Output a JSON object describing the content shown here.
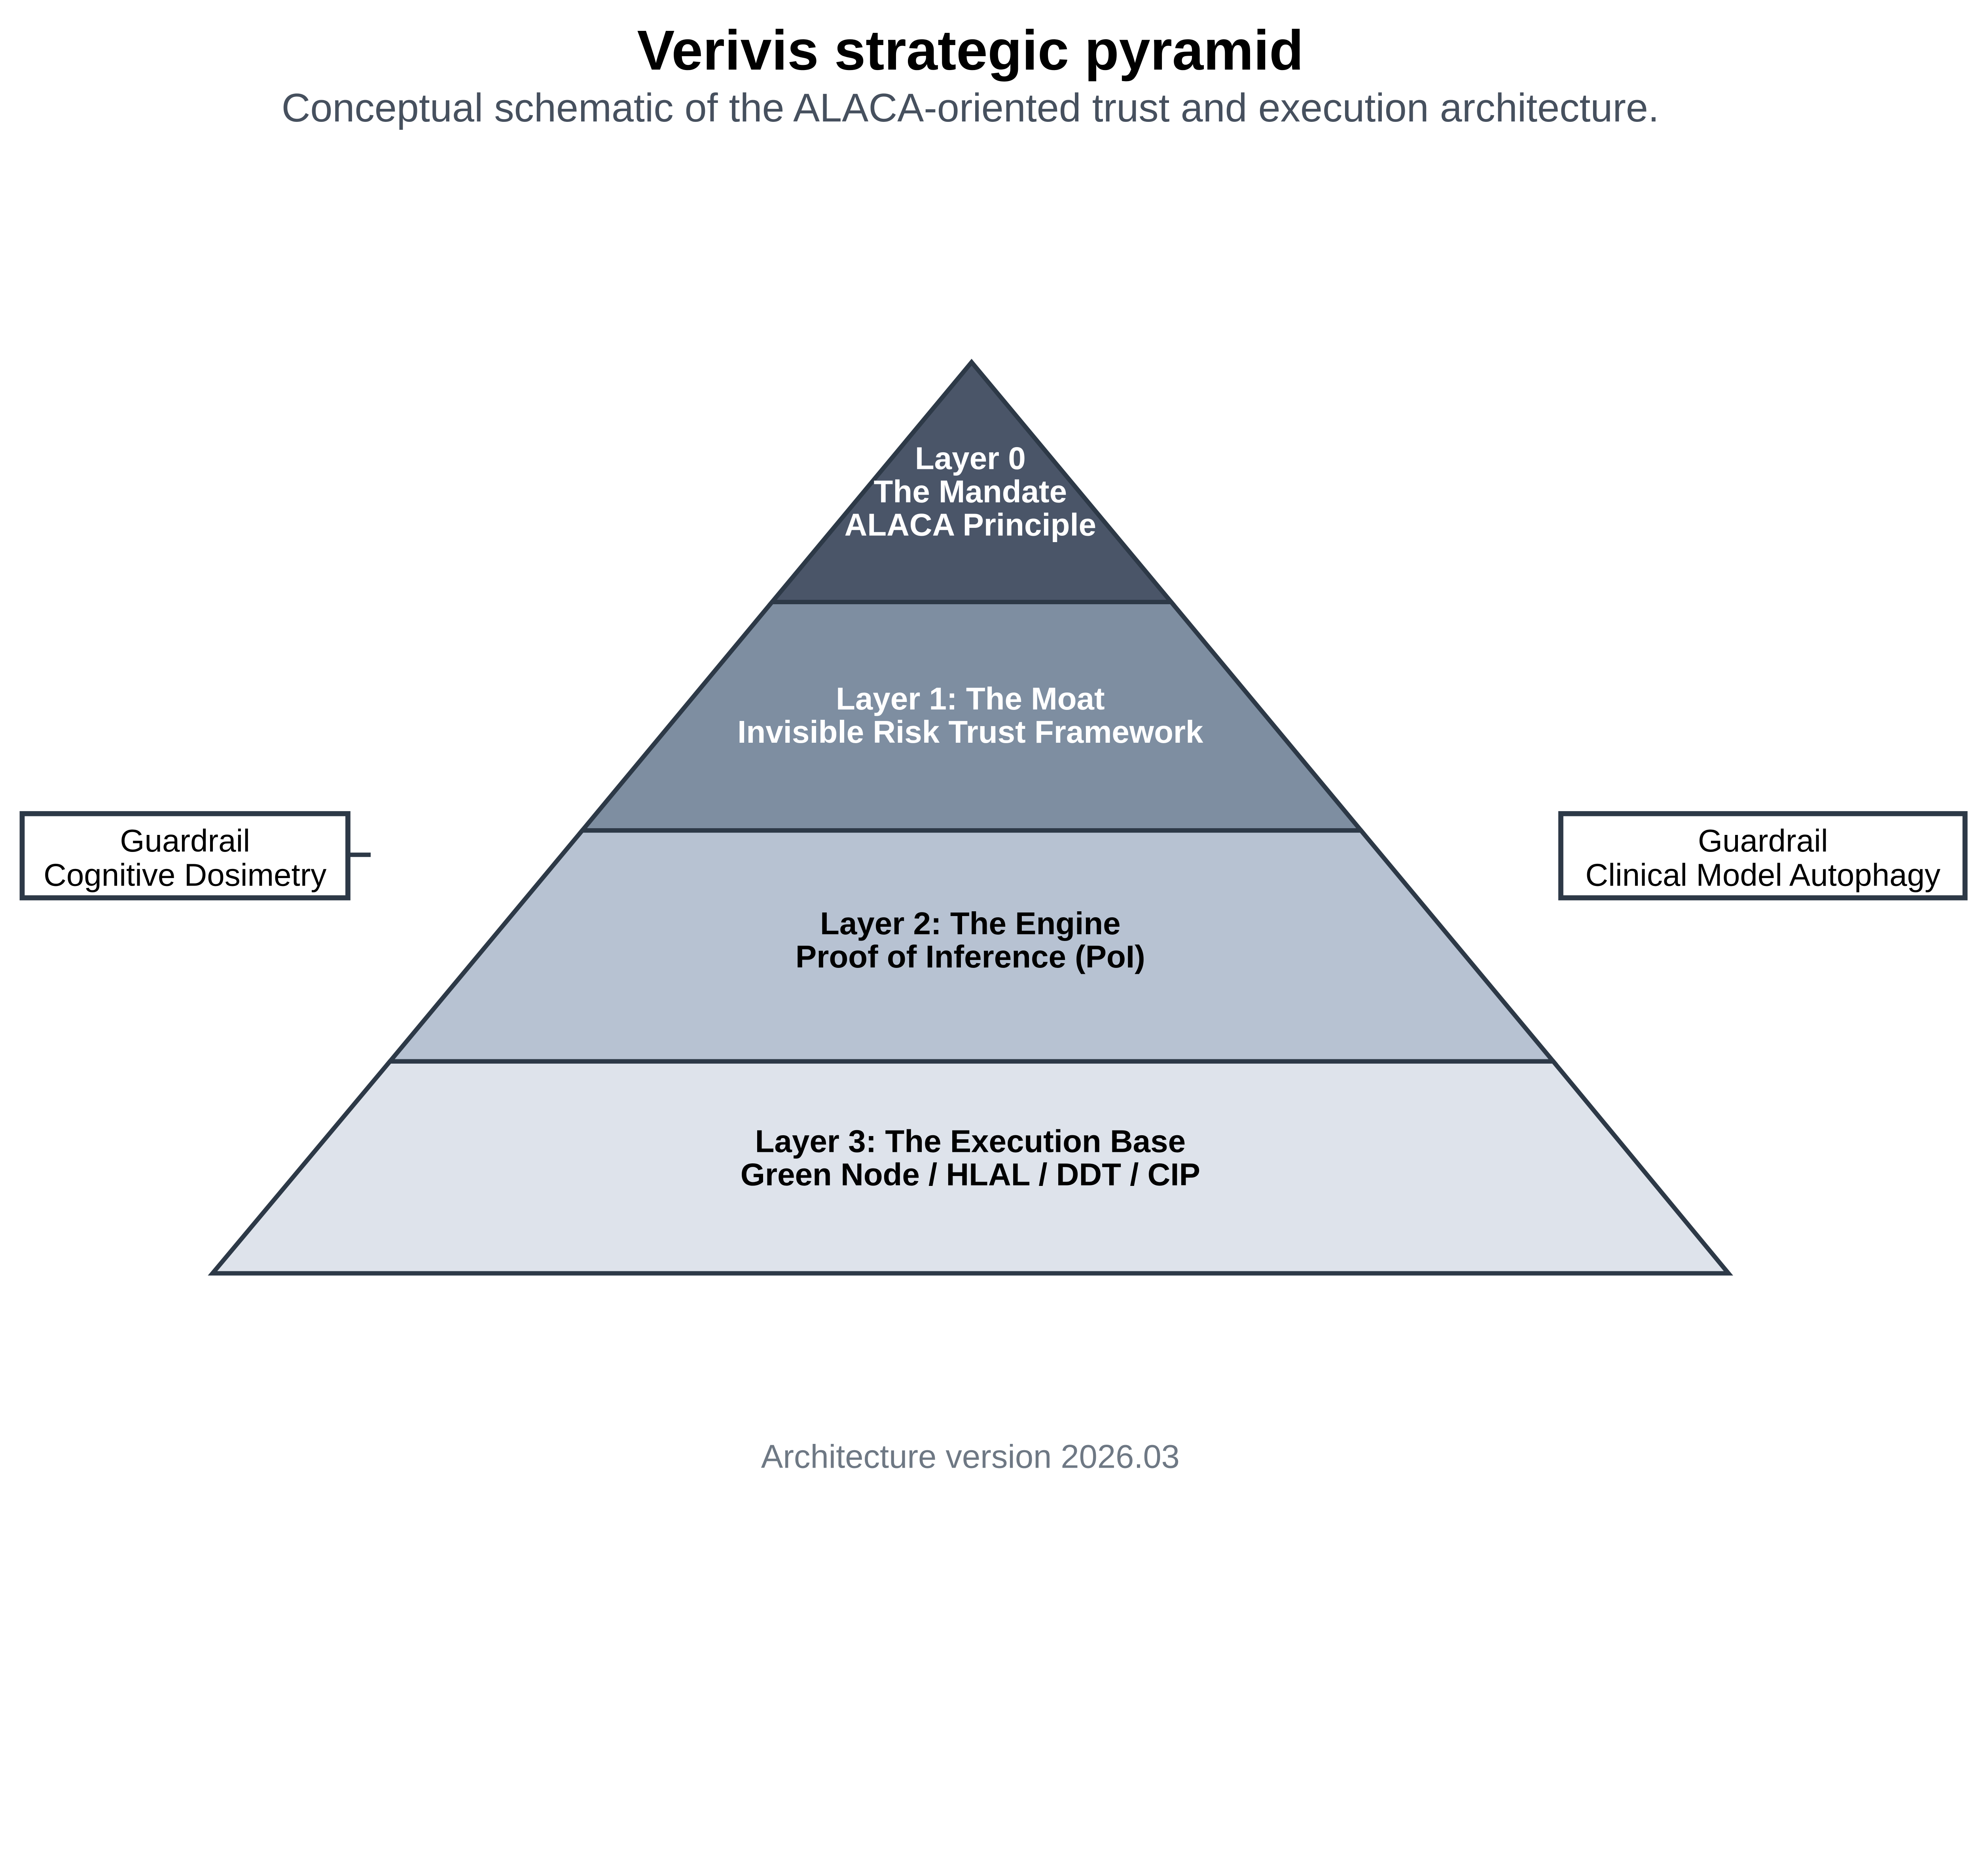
{
  "title": "Verivis strategic pyramid",
  "subtitle": "Conceptual schematic of the ALACA-oriented trust and execution architecture.",
  "footer": "Architecture version 2026.03",
  "colors": {
    "background": "#ffffff",
    "outline": "#2d3947",
    "title_text": "#000000",
    "subtitle_text": "#46505e",
    "footer_text": "#6e7884",
    "guardrail_box_fill": "#ffffff",
    "guardrail_text": "#000000"
  },
  "pyramid": {
    "layers": [
      {
        "id": "layer-0",
        "fill": "#4a5568",
        "text_color": "#ffffff",
        "lines": [
          "Layer 0",
          "The Mandate",
          "ALACA Principle"
        ]
      },
      {
        "id": "layer-1",
        "fill": "#7e8ea1",
        "text_color": "#ffffff",
        "lines": [
          "Layer 1: The Moat",
          "Invisible Risk Trust Framework"
        ]
      },
      {
        "id": "layer-2",
        "fill": "#b7c2d2",
        "text_color": "#000000",
        "lines": [
          "Layer 2: The Engine",
          "Proof of Inference (PoI)"
        ]
      },
      {
        "id": "layer-3",
        "fill": "#dee3eb",
        "text_color": "#000000",
        "lines": [
          "Layer 3: The Execution Base",
          "Green Node / HLAL / DDT / CIP"
        ]
      }
    ]
  },
  "guardrails": {
    "left": {
      "lines": [
        "Guardrail",
        "Cognitive Dosimetry"
      ]
    },
    "right": {
      "lines": [
        "Guardrail",
        "Clinical Model Autophagy"
      ]
    }
  }
}
